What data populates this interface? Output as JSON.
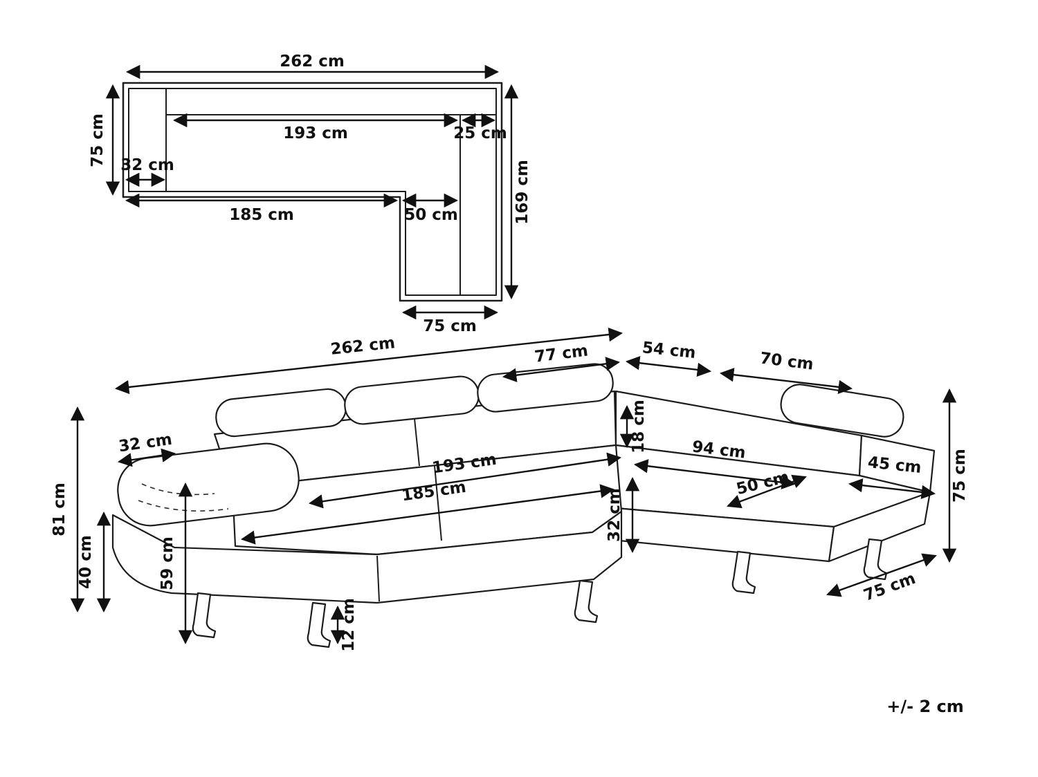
{
  "diagram": {
    "tolerance": "+/- 2 cm",
    "plan": {
      "total_width": "262 cm",
      "side_depth": "75 cm",
      "armrest_width": "32 cm",
      "backrest_width": "193 cm",
      "corner_back_width": "25 cm",
      "total_depth": "169 cm",
      "seat_width": "185 cm",
      "corner_seat_width": "50 cm",
      "chaise_width": "75 cm"
    },
    "perspective": {
      "total_width": "262 cm",
      "back_section_left": "77 cm",
      "back_section_corner": "54 cm",
      "back_section_right": "70 cm",
      "armrest_top_width": "32 cm",
      "headrest_height": "18 cm",
      "chaise_length": "94 cm",
      "chaise_end_width": "45 cm",
      "backrest_width": "193 cm",
      "seat_front_width": "185 cm",
      "corner_seat_width": "50 cm",
      "overall_height": "81 cm",
      "base_height": "40 cm",
      "armrest_height": "59 cm",
      "seat_height": "32 cm",
      "right_side_height": "75 cm",
      "chaise_depth": "75 cm",
      "leg_height": "12 cm"
    }
  }
}
